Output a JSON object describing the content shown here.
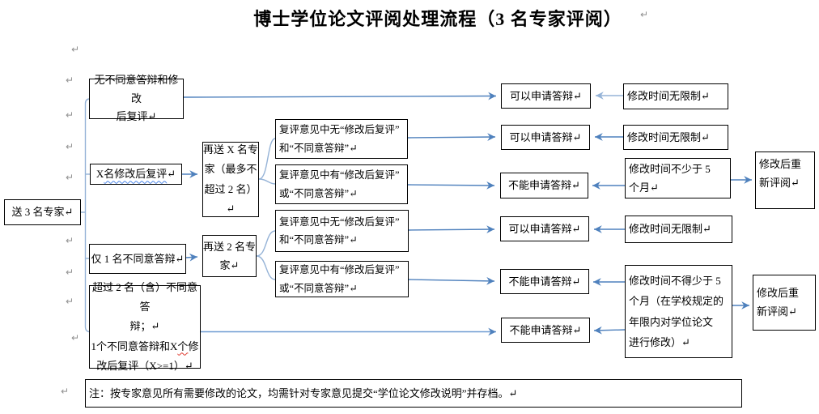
{
  "title": "博士学位论文评阅处理流程（3 名专家评阅）",
  "glyphs": {
    "pilcrow": "↵"
  },
  "colors": {
    "line_light": "#95b3d7",
    "line_dark": "#4f81bd",
    "border": "#000000",
    "spellcheck_red": "#e0392e",
    "grammar_blue": "#4a85e8",
    "mark_gray": "#8f8f8f"
  },
  "nodes": {
    "source": "送 3 名专家↵",
    "no_disagreement": "无不同意答辩和修改\n后复评↵",
    "x_rerevision": {
      "pre": "X ",
      "wavy": "名修改后复评",
      "mark": "↵"
    },
    "resend_x_experts": "再送 X 名专\n家（最多不\n超过 2 名）↵",
    "review_no_keywords_1": "复评意见中无“修改后复评”\n和“不同意答辩”↵",
    "review_has_keywords_1": "复评意见中有“修改后复评”\n或“不同意答辩”↵",
    "only_one_disagree": "仅 1 名不同意答辩↵",
    "resend_2_experts": "再送 2 名专\n家↵",
    "review_no_keywords_2": "复评意见中无“修改后复评”\n和“不同意答辩”↵",
    "review_has_keywords_2": "复评意见中有“修改后复评”\n或“不同意答辩”↵",
    "over_two_disagree": {
      "l1": "超过 2 名（含）不同意答",
      "l2": "辩；↵",
      "l3a": "1个不同意答辩和X",
      "l3w": "个",
      "l3b": "修",
      "l4": "改后复评（X>=1）↵"
    },
    "can_defend_1": "可以申请答辩↵",
    "can_defend_2": "可以申请答辩↵",
    "cannot_defend_1": "不能申请答辩↵",
    "can_defend_3": "可以申请答辩↵",
    "cannot_defend_2": "不能申请答辩↵",
    "cannot_defend_3": "不能申请答辩↵",
    "no_time_limit_1": "修改时间无限制↵",
    "no_time_limit_2": "修改时间无限制↵",
    "min_5_months": "修改时间不少于 5\n个月↵",
    "no_time_limit_3": "修改时间无限制↵",
    "min_5_months_school": "修改时间不得少于 5\n个月（在学校规定的\n年限内对学位论文\n进行修改）↵",
    "rereview_1": "修改后重\n新评阅↵",
    "rereview_2": "修改后重\n新评阅↵",
    "note": "注：按专家意见所有需要修改的论文，均需针对专家意见提交“学位论文修改说明”并存档。↵"
  }
}
